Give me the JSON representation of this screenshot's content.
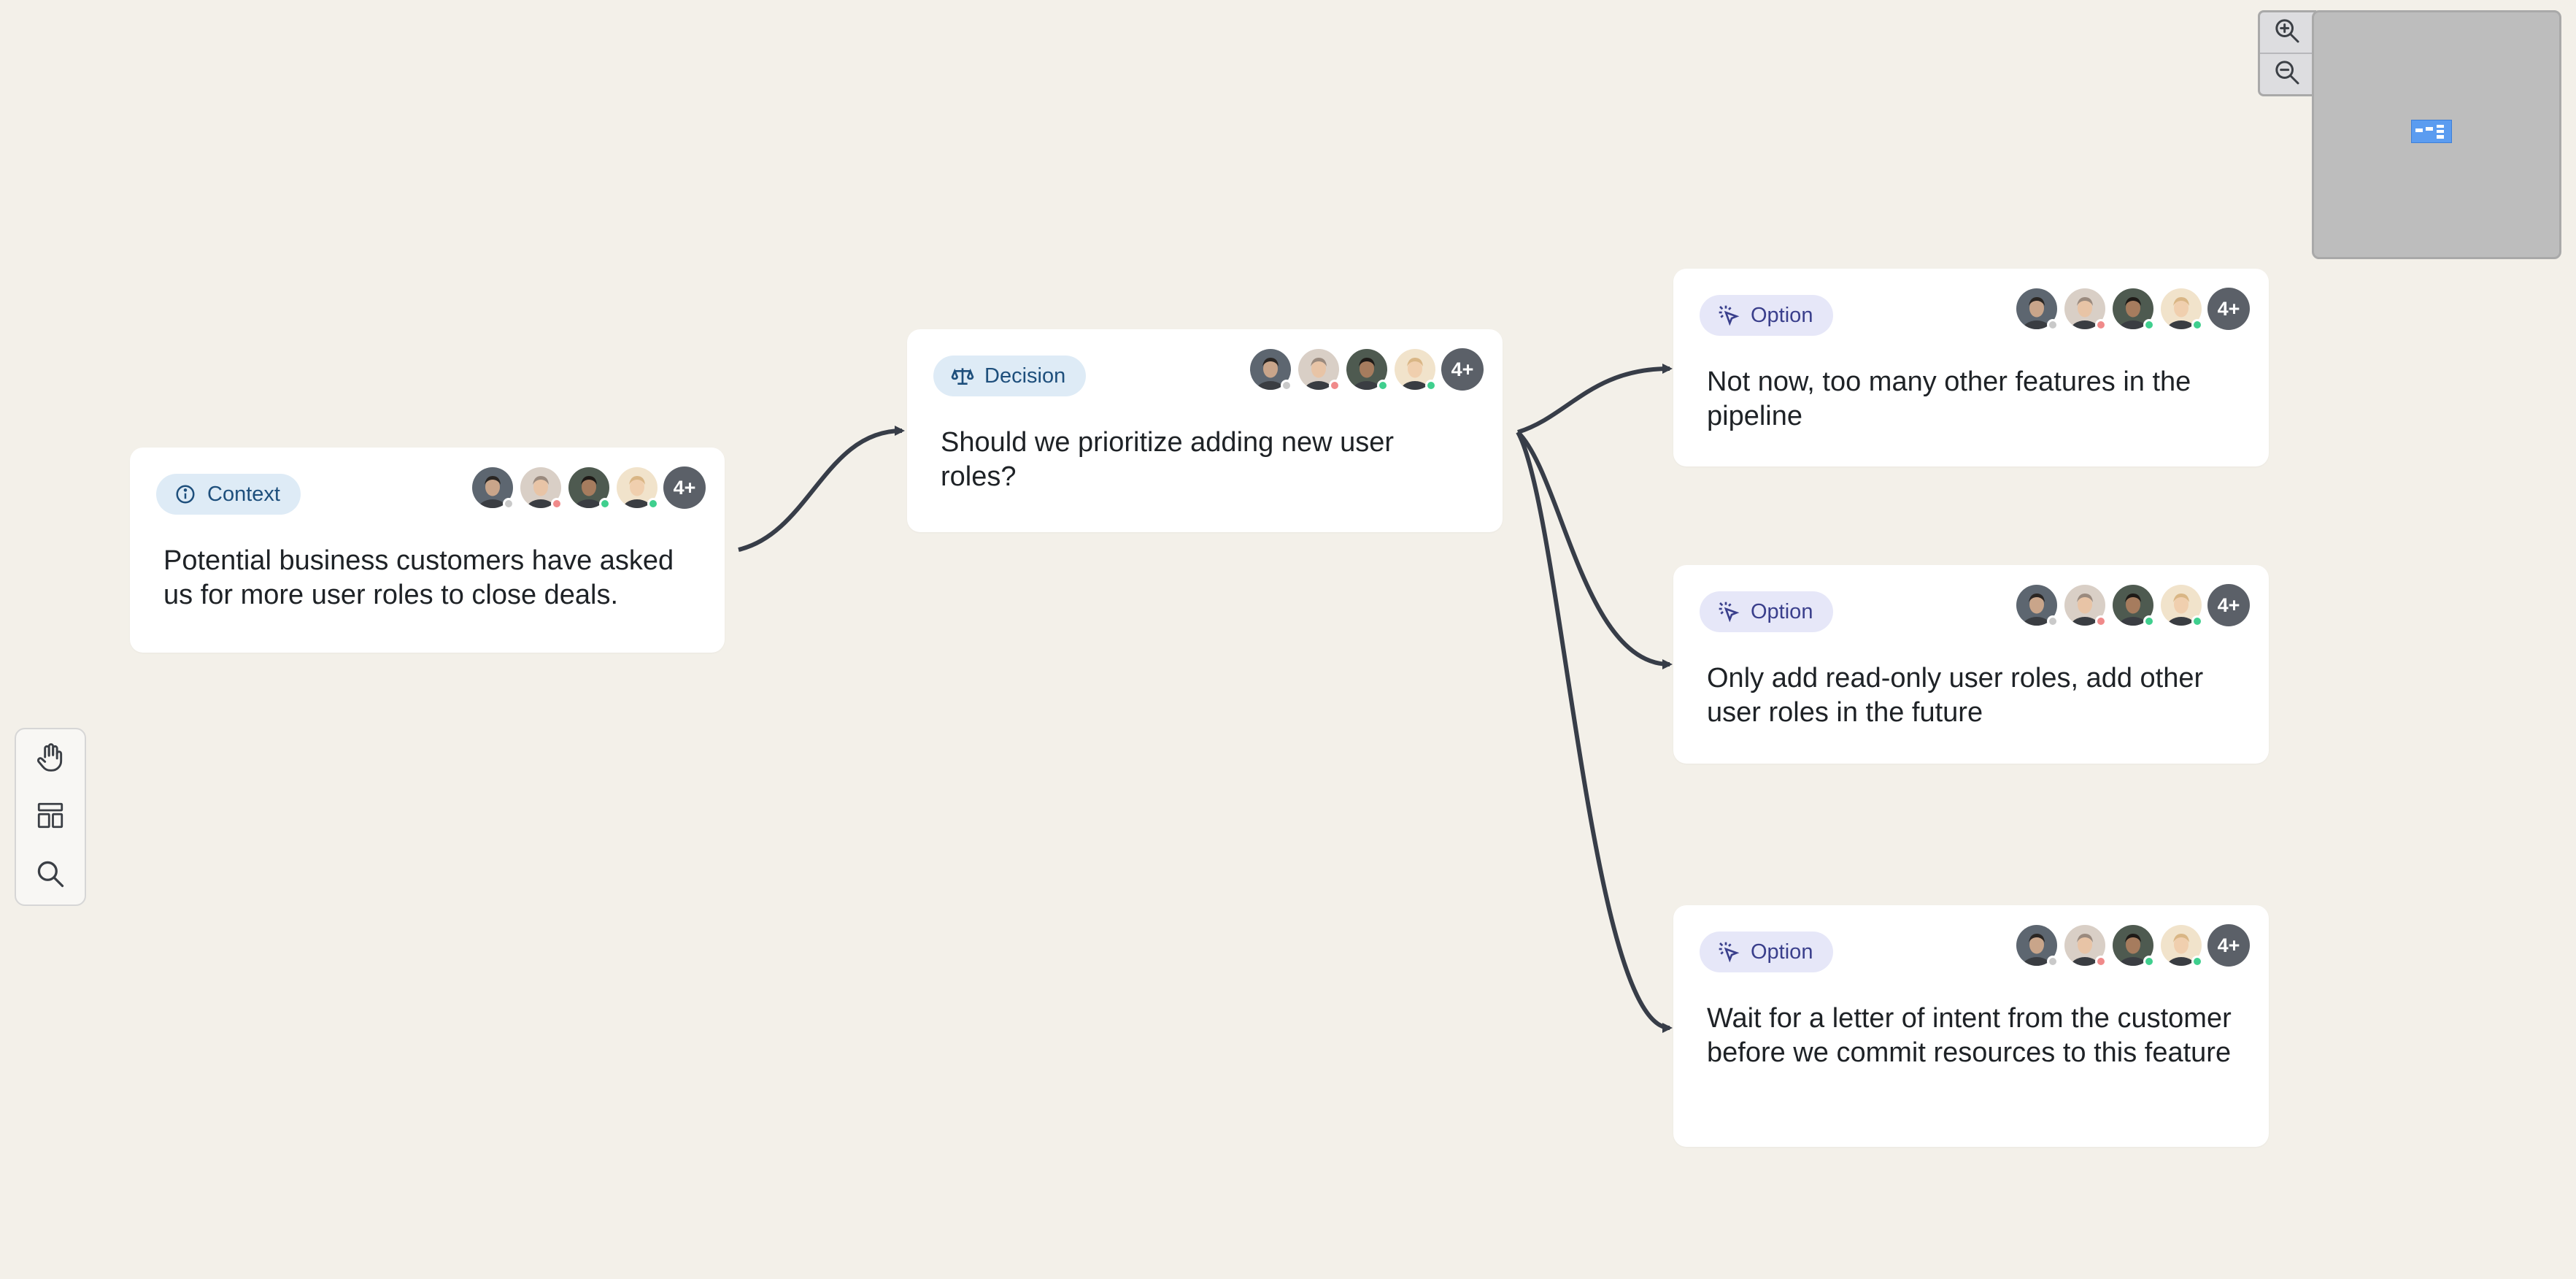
{
  "tags": {
    "context": "Context",
    "decision": "Decision",
    "option": "Option"
  },
  "nodes": {
    "context": {
      "text": "Potential business customers have asked us for more user roles to close deals."
    },
    "decision": {
      "text": "Should we prioritize adding new user roles?"
    },
    "option1": {
      "text": "Not now, too many other features in the pipeline"
    },
    "option2": {
      "text": "Only add read-only user roles, add other user roles in the future"
    },
    "option3": {
      "text": "Wait for a letter of intent from the customer before we commit resources to this feature"
    }
  },
  "participants": {
    "more_label": "4+",
    "statuses": [
      "#c9c9c9",
      "#f08a8a",
      "#3fcf8e",
      "#3fcf8e"
    ]
  },
  "icons": {
    "context_tag": "info-icon",
    "decision_tag": "scale-icon",
    "option_tag": "cursor-click-icon",
    "tools": [
      "hand-icon",
      "layout-icon",
      "search-icon"
    ],
    "zoom": [
      "zoom-in-icon",
      "zoom-out-icon"
    ]
  },
  "colors": {
    "canvas": "#f3f0e9",
    "edge": "#373d48",
    "more_badge": "#5b6068"
  }
}
